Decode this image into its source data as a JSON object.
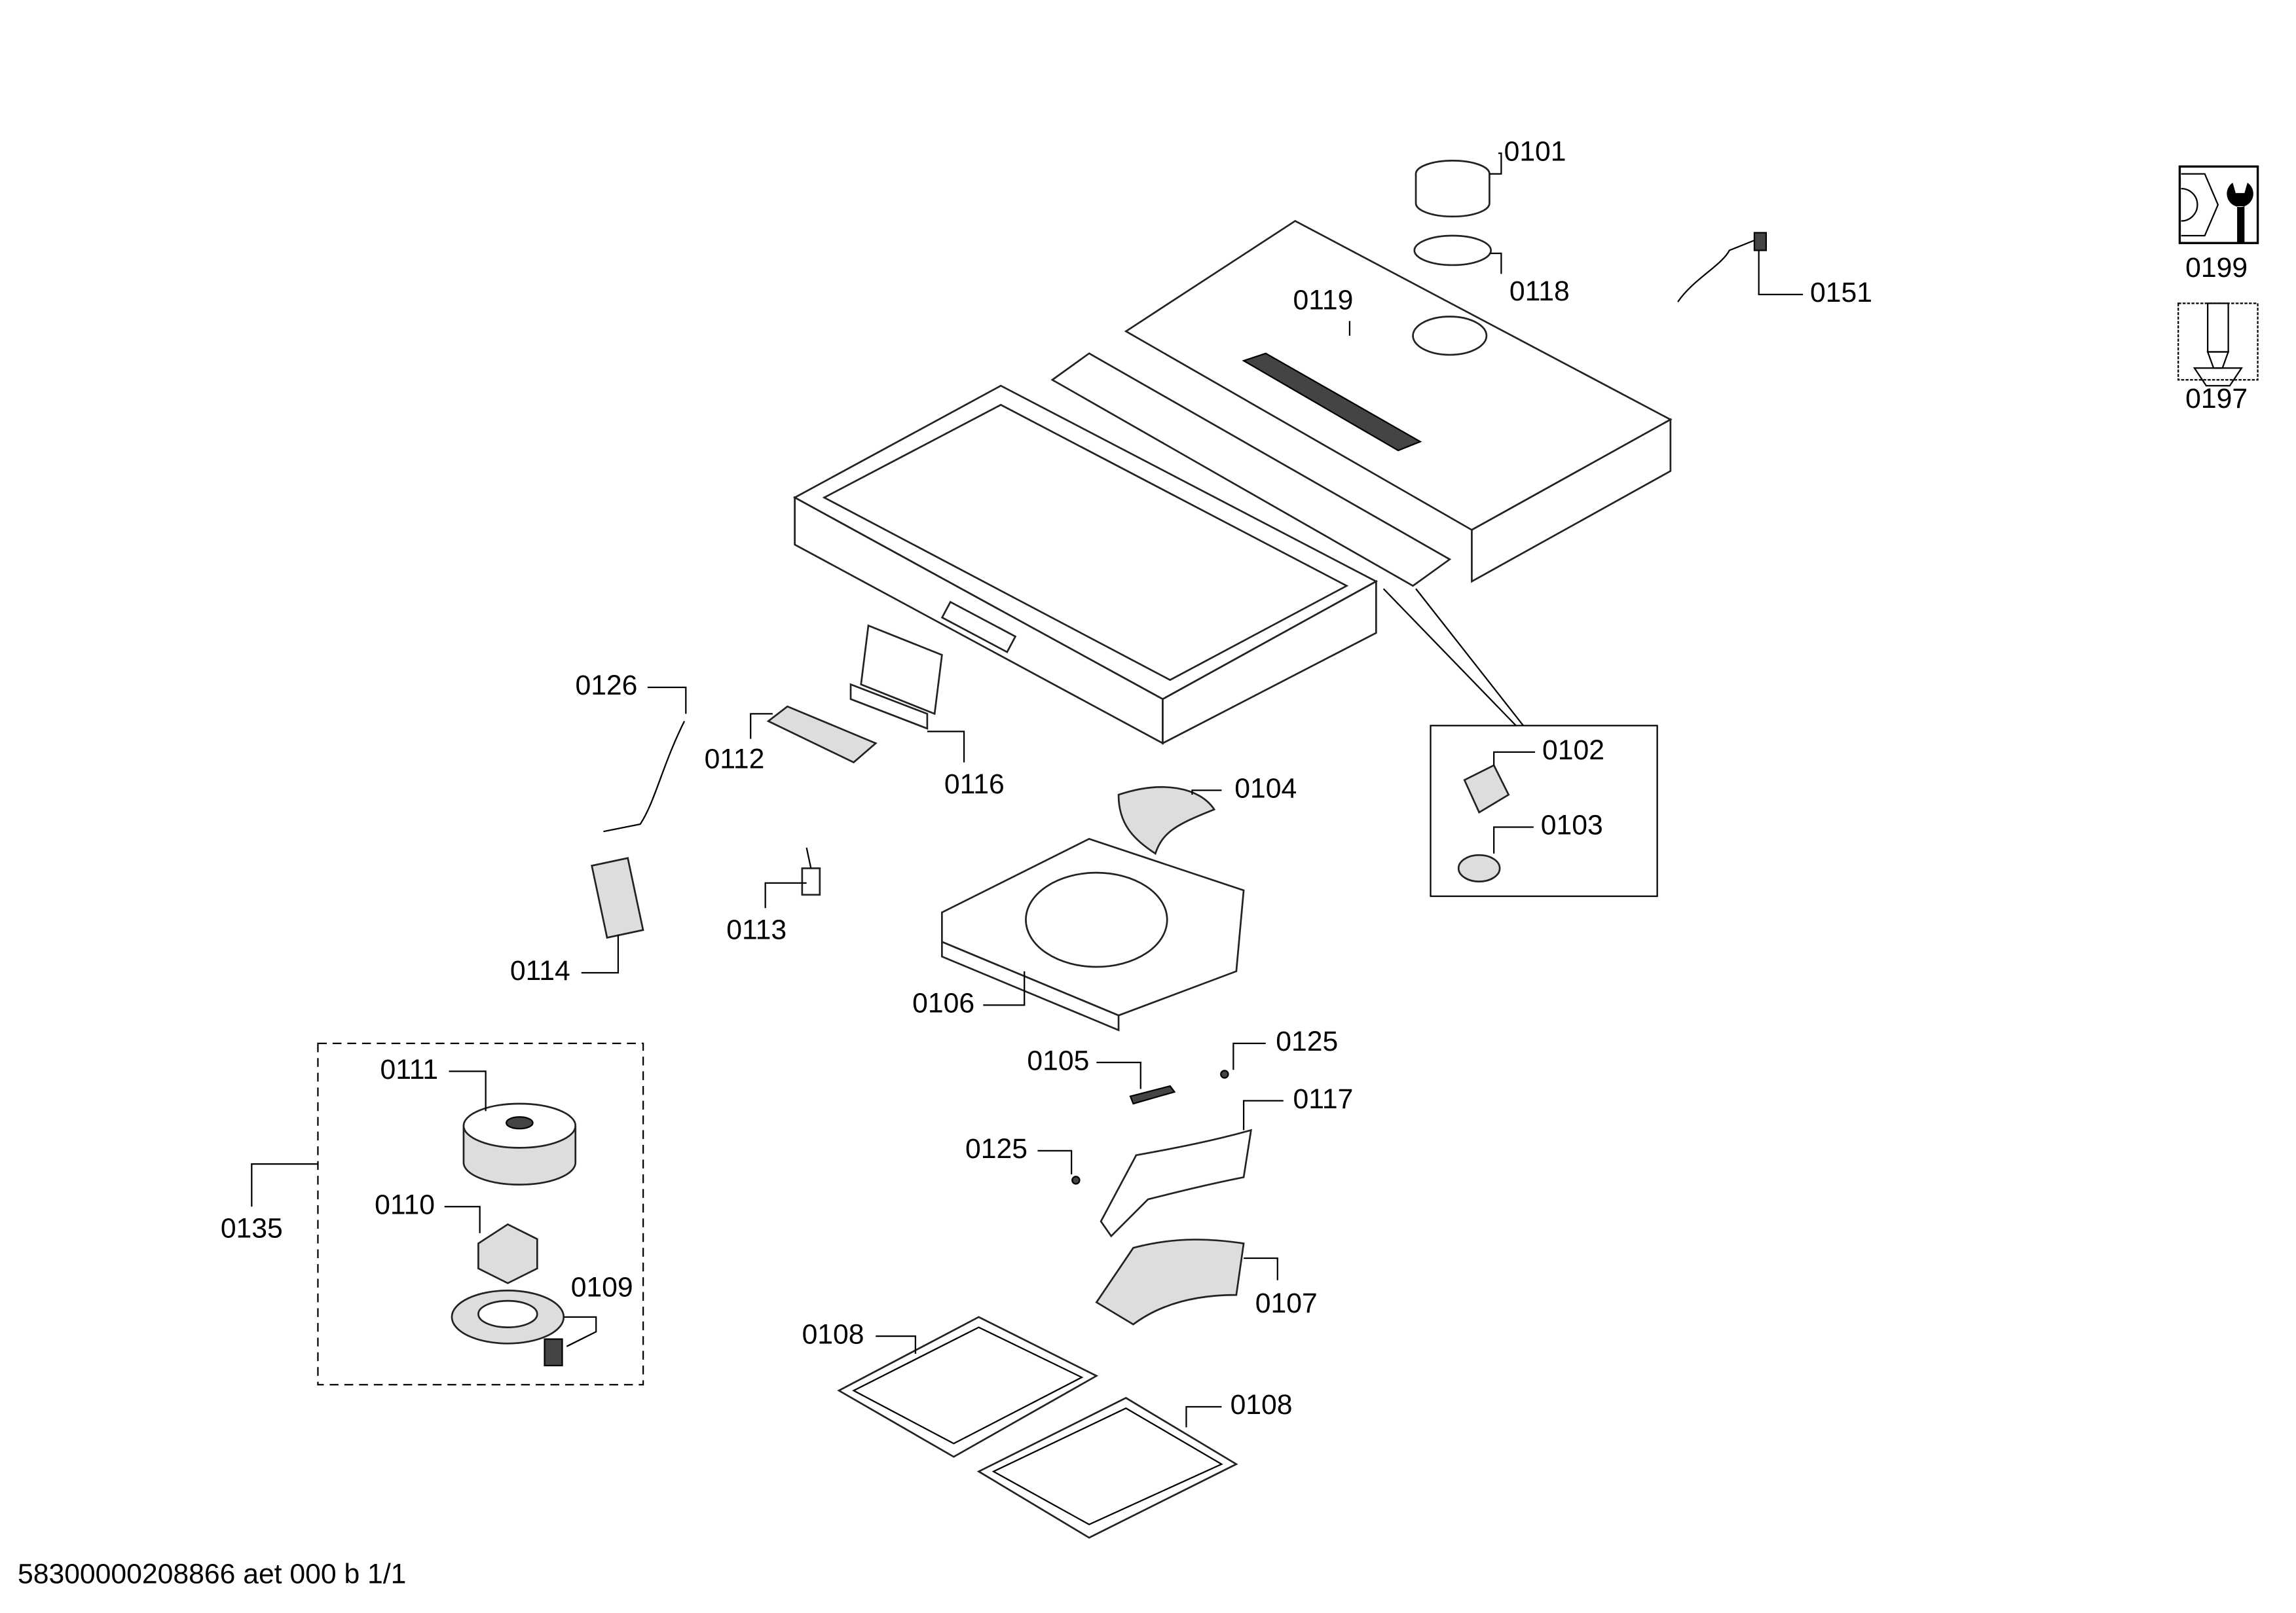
{
  "labels": {
    "p0101": "0101",
    "p0118": "0118",
    "p0119": "0119",
    "p0151": "0151",
    "p0126": "0126",
    "p0112": "0112",
    "p0116": "0116",
    "p0104": "0104",
    "p0102": "0102",
    "p0103": "0103",
    "p0113": "0113",
    "p0114": "0114",
    "p0106": "0106",
    "p0105": "0105",
    "p0125a": "0125",
    "p0117": "0117",
    "p0125b": "0125",
    "p0111": "0111",
    "p0135": "0135",
    "p0110": "0110",
    "p0109": "0109",
    "p0107": "0107",
    "p0108a": "0108",
    "p0108b": "0108",
    "p0199": "0199",
    "p0197": "0197"
  },
  "footer": "58300000208866 aet 000 b 1/1"
}
